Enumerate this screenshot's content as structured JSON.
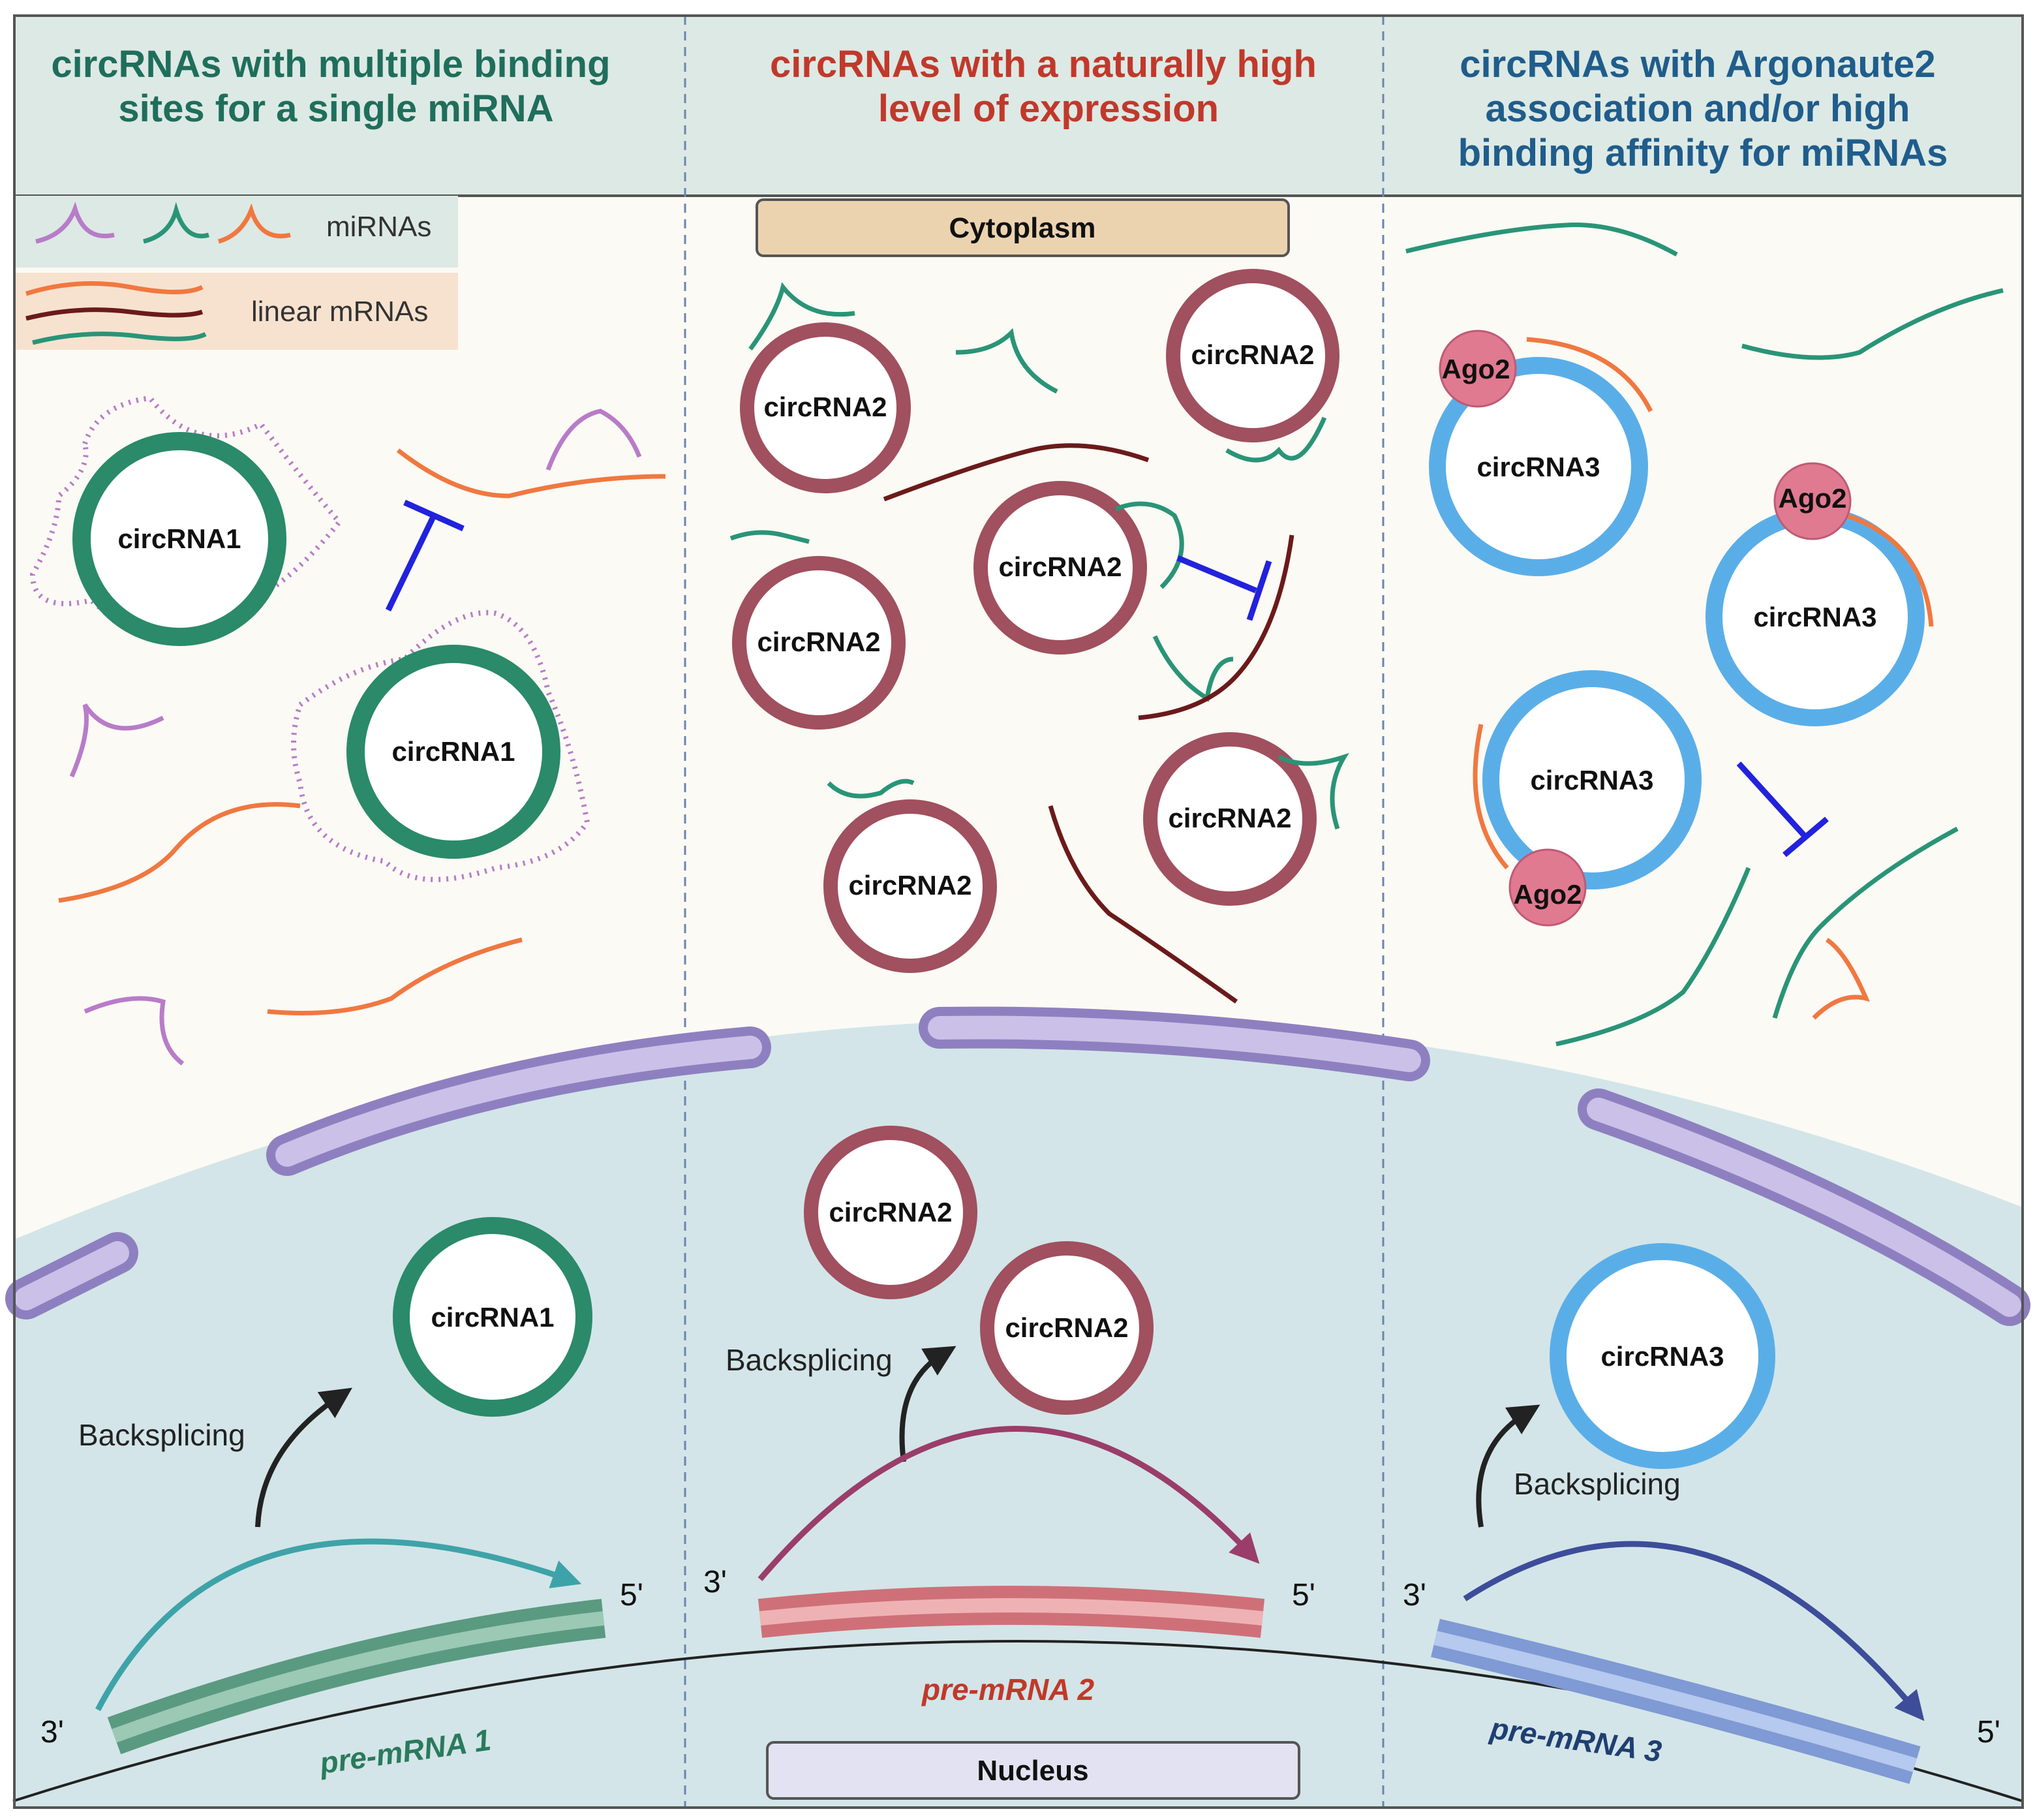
{
  "panels": [
    {
      "title_lines": [
        "circRNAs with multiple binding",
        "sites for a single miRNA"
      ],
      "title_color": "#1f6e5c",
      "circ_label": "circRNA1",
      "pre_mrna_label": "pre-mRNA 1",
      "backsplicing": "Backsplicing"
    },
    {
      "title_lines": [
        "circRNAs with a naturally high",
        "level of expression"
      ],
      "title_color": "#c0392b",
      "circ_label": "circRNA2",
      "pre_mrna_label": "pre-mRNA 2",
      "backsplicing": "Backsplicing"
    },
    {
      "title_lines": [
        "circRNAs with Argonaute2",
        "association and/or high",
        "binding affinity for miRNAs"
      ],
      "title_color": "#1f5d8c",
      "circ_label": "circRNA3",
      "pre_mrna_label": "pre-mRNA 3",
      "backsplicing": "Backsplicing",
      "ago_label": "Ago2"
    }
  ],
  "legend": {
    "mirnas": "miRNAs",
    "linear_mrnas": "linear mRNAs"
  },
  "compartments": {
    "cytoplasm": "Cytoplasm",
    "nucleus": "Nucleus"
  },
  "ends": {
    "three_prime": "3'",
    "five_prime": "5'"
  },
  "colors": {
    "circ1": "#2a8a6a",
    "circ2": "#a0505e",
    "circ3": "#5aaee8",
    "mirna_purple": "#b87cc8",
    "mirna_green": "#2a9477",
    "mirna_orange": "#f07840",
    "mrna_dark": "#6b1a1a",
    "inhibit": "#2222dd",
    "ago2": "#e07a90",
    "membrane": "#8e80c0",
    "nucleus_fill": "#d3e5e8",
    "cytoplasm_fill": "#fbfaf5",
    "header_fill": "#dde9e4"
  }
}
